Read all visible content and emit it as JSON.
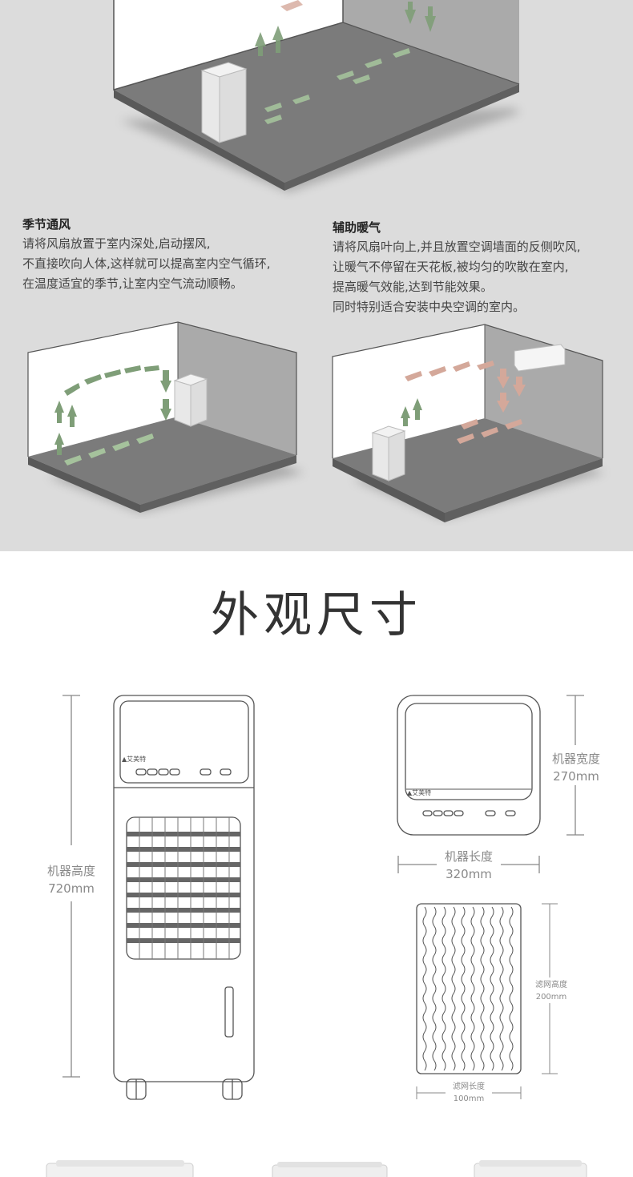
{
  "sections": {
    "seasonal": {
      "heading": "季节通风",
      "lines": [
        "请将风扇放置于室内深处,启动摆风,",
        "不直接吹向人体,这样就可以提高室内空气循环,",
        "在温度适宜的季节,让室内空气流动顺畅。"
      ]
    },
    "heating": {
      "heading": "辅助暖气",
      "lines": [
        "请将风扇叶向上,并且放置空调墙面的反侧吹风,",
        "让暖气不停留在天花板,被均匀的吹散在室内,",
        "提高暖气效能,达到节能效果。",
        "同时特别适合安装中央空调的室内。"
      ]
    }
  },
  "dimensions": {
    "title": "外观尺寸",
    "brand": "艾美特",
    "height": {
      "label": "机器高度",
      "value": "720mm"
    },
    "width": {
      "label": "机器宽度",
      "value": "270mm"
    },
    "length": {
      "label": "机器长度",
      "value": "320mm"
    },
    "filter_height": {
      "label": "滤网高度",
      "value": "200mm"
    },
    "filter_length": {
      "label": "滤网长度",
      "value": "100mm"
    }
  },
  "colors": {
    "green_arrow": "#7f9e78",
    "warm_arrow": "#d4a89a",
    "floor": "#7a7a7a",
    "wall": "#a9a9a9"
  }
}
